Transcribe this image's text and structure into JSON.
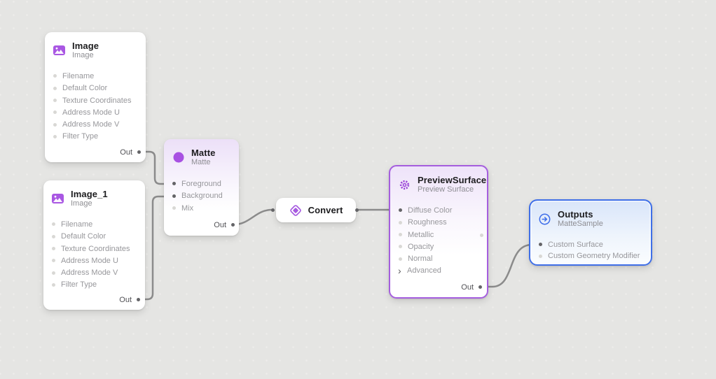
{
  "canvas": {
    "background_color": "#e5e5e3",
    "grid_dot_color": "#edecea",
    "wire_color": "#8b8b8b",
    "accent_purple": "#a855e0",
    "accent_blue": "#3f6fe8"
  },
  "icons": {
    "chevron_right": "›"
  },
  "nodes": {
    "image": {
      "title": "Image",
      "subtitle": "Image",
      "icon": "image-icon",
      "inputs": [
        {
          "label": "Filename",
          "connected": false
        },
        {
          "label": "Default Color",
          "connected": false
        },
        {
          "label": "Texture Coordinates",
          "connected": false
        },
        {
          "label": "Address Mode U",
          "connected": false
        },
        {
          "label": "Address Mode V",
          "connected": false
        },
        {
          "label": "Filter Type",
          "connected": false
        }
      ],
      "output": {
        "label": "Out",
        "connected": true
      }
    },
    "image_1": {
      "title": "Image_1",
      "subtitle": "Image",
      "icon": "image-icon",
      "inputs": [
        {
          "label": "Filename",
          "connected": false
        },
        {
          "label": "Default Color",
          "connected": false
        },
        {
          "label": "Texture Coordinates",
          "connected": false
        },
        {
          "label": "Address Mode U",
          "connected": false
        },
        {
          "label": "Address Mode V",
          "connected": false
        },
        {
          "label": "Filter Type",
          "connected": false
        }
      ],
      "output": {
        "label": "Out",
        "connected": true
      }
    },
    "matte": {
      "title": "Matte",
      "subtitle": "Matte",
      "icon": "circle-icon",
      "inputs": [
        {
          "label": "Foreground",
          "connected": true
        },
        {
          "label": "Background",
          "connected": true
        },
        {
          "label": "Mix",
          "connected": false
        }
      ],
      "output": {
        "label": "Out",
        "connected": true
      }
    },
    "convert": {
      "title": "Convert",
      "icon": "diamond-icon"
    },
    "preview_surface": {
      "title": "PreviewSurface",
      "subtitle": "Preview Surface",
      "icon": "surface-shader-icon",
      "inputs": [
        {
          "label": "Diffuse Color",
          "connected": true
        },
        {
          "label": "Roughness",
          "connected": false
        },
        {
          "label": "Metallic",
          "connected": false
        },
        {
          "label": "Opacity",
          "connected": false
        },
        {
          "label": "Normal",
          "connected": false
        },
        {
          "label": "Advanced",
          "connected": false,
          "expandable": true
        }
      ],
      "output": {
        "label": "Out",
        "connected": true
      }
    },
    "outputs": {
      "title": "Outputs",
      "subtitle": "MatteSample",
      "icon": "arrow-right-circle-icon",
      "inputs": [
        {
          "label": "Custom Surface",
          "connected": true
        },
        {
          "label": "Custom Geometry Modifier",
          "connected": false
        }
      ]
    }
  },
  "connections": [
    {
      "from": "Image.Out",
      "to": "Matte.Foreground"
    },
    {
      "from": "Image_1.Out",
      "to": "Matte.Background"
    },
    {
      "from": "Matte.Out",
      "to": "Convert.In"
    },
    {
      "from": "Convert.Out",
      "to": "PreviewSurface.Diffuse Color"
    },
    {
      "from": "PreviewSurface.Out",
      "to": "Outputs.Custom Surface"
    }
  ]
}
